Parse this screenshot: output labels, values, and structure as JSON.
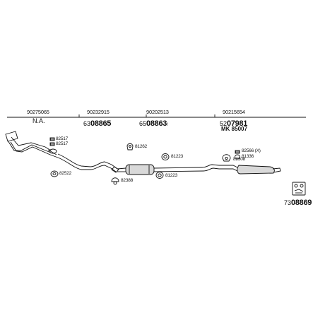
{
  "labels": {
    "part_1": {
      "number": "90275065",
      "code": "N.A."
    },
    "part_2": {
      "number": "90232915",
      "prefix": "63",
      "code": "08865"
    },
    "part_3": {
      "number": "90202513",
      "prefix": "65",
      "code": "08863",
      "mark": "!"
    },
    "part_4": {
      "number": "90215654",
      "prefix": "52",
      "code": "07981",
      "kit": "MK 85007"
    }
  },
  "callouts": {
    "c82517_a": "82517",
    "c82517_b": "82517",
    "c82522": "82522",
    "c81262": "81262",
    "c81223_a": "81223",
    "c81223_b": "81223",
    "c82388": "82388",
    "c82308": "82308",
    "c82566": "82566 (X)",
    "c81336": "81336"
  },
  "kit_box": {
    "prefix": "73",
    "code": "08869"
  },
  "colors": {
    "line": "#111111",
    "background": "#ffffff",
    "muffler_fill": "#d9d9d9"
  }
}
